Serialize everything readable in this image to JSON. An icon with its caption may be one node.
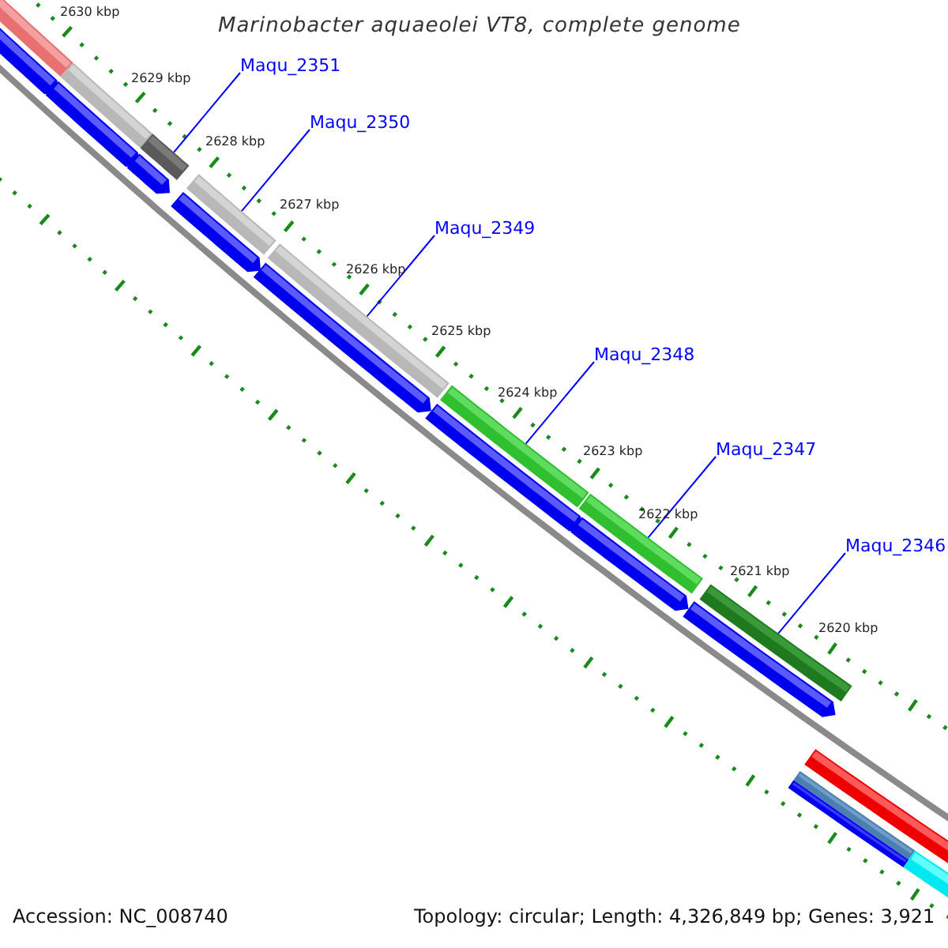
{
  "diagram": {
    "title": "Marinobacter aquaeolei VT8, complete genome",
    "nodes": [
      {
        "text": [
          "Maqu_2351"
        ]
      },
      {
        "text": [
          "Maqu_2350"
        ]
      },
      {
        "text": [
          "Maqu_2349"
        ]
      },
      {
        "text": [
          "Maqu_2348"
        ]
      },
      {
        "text": [
          "Maqu_2347"
        ]
      },
      {
        "text": [
          "Maqu_2346"
        ]
      },
      {
        "text": [],
        "shape": "bar"
      },
      {
        "text": [],
        "shape": "bar"
      },
      {
        "text": [],
        "shape": "bar"
      },
      {
        "text": [],
        "shape": "bar"
      },
      {
        "text": [],
        "shape": "bar"
      },
      {
        "text": [],
        "shape": "bar"
      },
      {
        "text": [],
        "shape": "bar"
      },
      {
        "text": [],
        "shape": "bar"
      },
      {
        "text": [],
        "shape": "bar"
      },
      {
        "text": [],
        "shape": "bar"
      },
      {
        "text": [],
        "shape": "bar"
      },
      {
        "text": [],
        "shape": "bar"
      },
      {
        "text": [],
        "shape": "bar"
      },
      {
        "text": [],
        "shape": "bar"
      },
      {
        "text": [],
        "shape": "bar"
      },
      {
        "text": [],
        "shape": "bar"
      },
      {
        "text": [],
        "shape": "bar"
      },
      {
        "text": [],
        "shape": "bar"
      },
      {
        "text": [],
        "shape": "bar"
      },
      {
        "text": [],
        "shape": "bar"
      }
    ],
    "edges": [
      {
        "from": 0,
        "to": 10,
        "arrow": "none"
      },
      {
        "from": 1,
        "to": 12,
        "arrow": "none"
      },
      {
        "from": 2,
        "to": 14,
        "arrow": "none"
      },
      {
        "from": 3,
        "to": 16,
        "arrow": "none"
      },
      {
        "from": 4,
        "to": 18,
        "arrow": "none"
      },
      {
        "from": 5,
        "to": 20,
        "arrow": "none"
      }
    ],
    "labels": [
      "2630 kbp",
      "2629 kbp",
      "2628 kbp",
      "2627 kbp",
      "2626 kbp",
      "2625 kbp",
      "2624 kbp",
      "2623 kbp",
      "2622 kbp",
      "2621 kbp",
      "2620 kbp",
      "Accession: NC_008740",
      "Topology: circular; Length: 4,326,849 bp; Genes: 3,921"
    ]
  }
}
